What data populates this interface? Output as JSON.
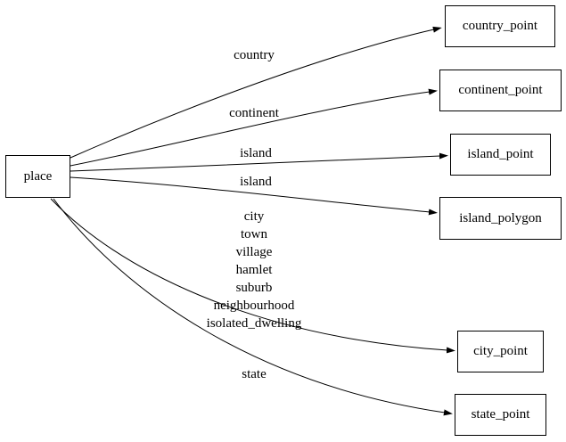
{
  "diagram": {
    "type": "graph",
    "background_color": "#ffffff",
    "stroke_color": "#000000",
    "nodes": [
      {
        "id": "place",
        "label": "place"
      },
      {
        "id": "country_point",
        "label": "country_point"
      },
      {
        "id": "continent_point",
        "label": "continent_point"
      },
      {
        "id": "island_point",
        "label": "island_point"
      },
      {
        "id": "island_polygon",
        "label": "island_polygon"
      },
      {
        "id": "city_point",
        "label": "city_point"
      },
      {
        "id": "state_point",
        "label": "state_point"
      }
    ],
    "edges": [
      {
        "from": "place",
        "to": "country_point",
        "label": "country"
      },
      {
        "from": "place",
        "to": "continent_point",
        "label": "continent"
      },
      {
        "from": "place",
        "to": "island_point",
        "label": "island"
      },
      {
        "from": "place",
        "to": "island_polygon",
        "label": "island"
      },
      {
        "from": "place",
        "to": "city_point",
        "label_lines": [
          "city",
          "town",
          "village",
          "hamlet",
          "suburb",
          "neighbourhood",
          "isolated_dwelling"
        ]
      },
      {
        "from": "place",
        "to": "state_point",
        "label": "state"
      }
    ]
  }
}
